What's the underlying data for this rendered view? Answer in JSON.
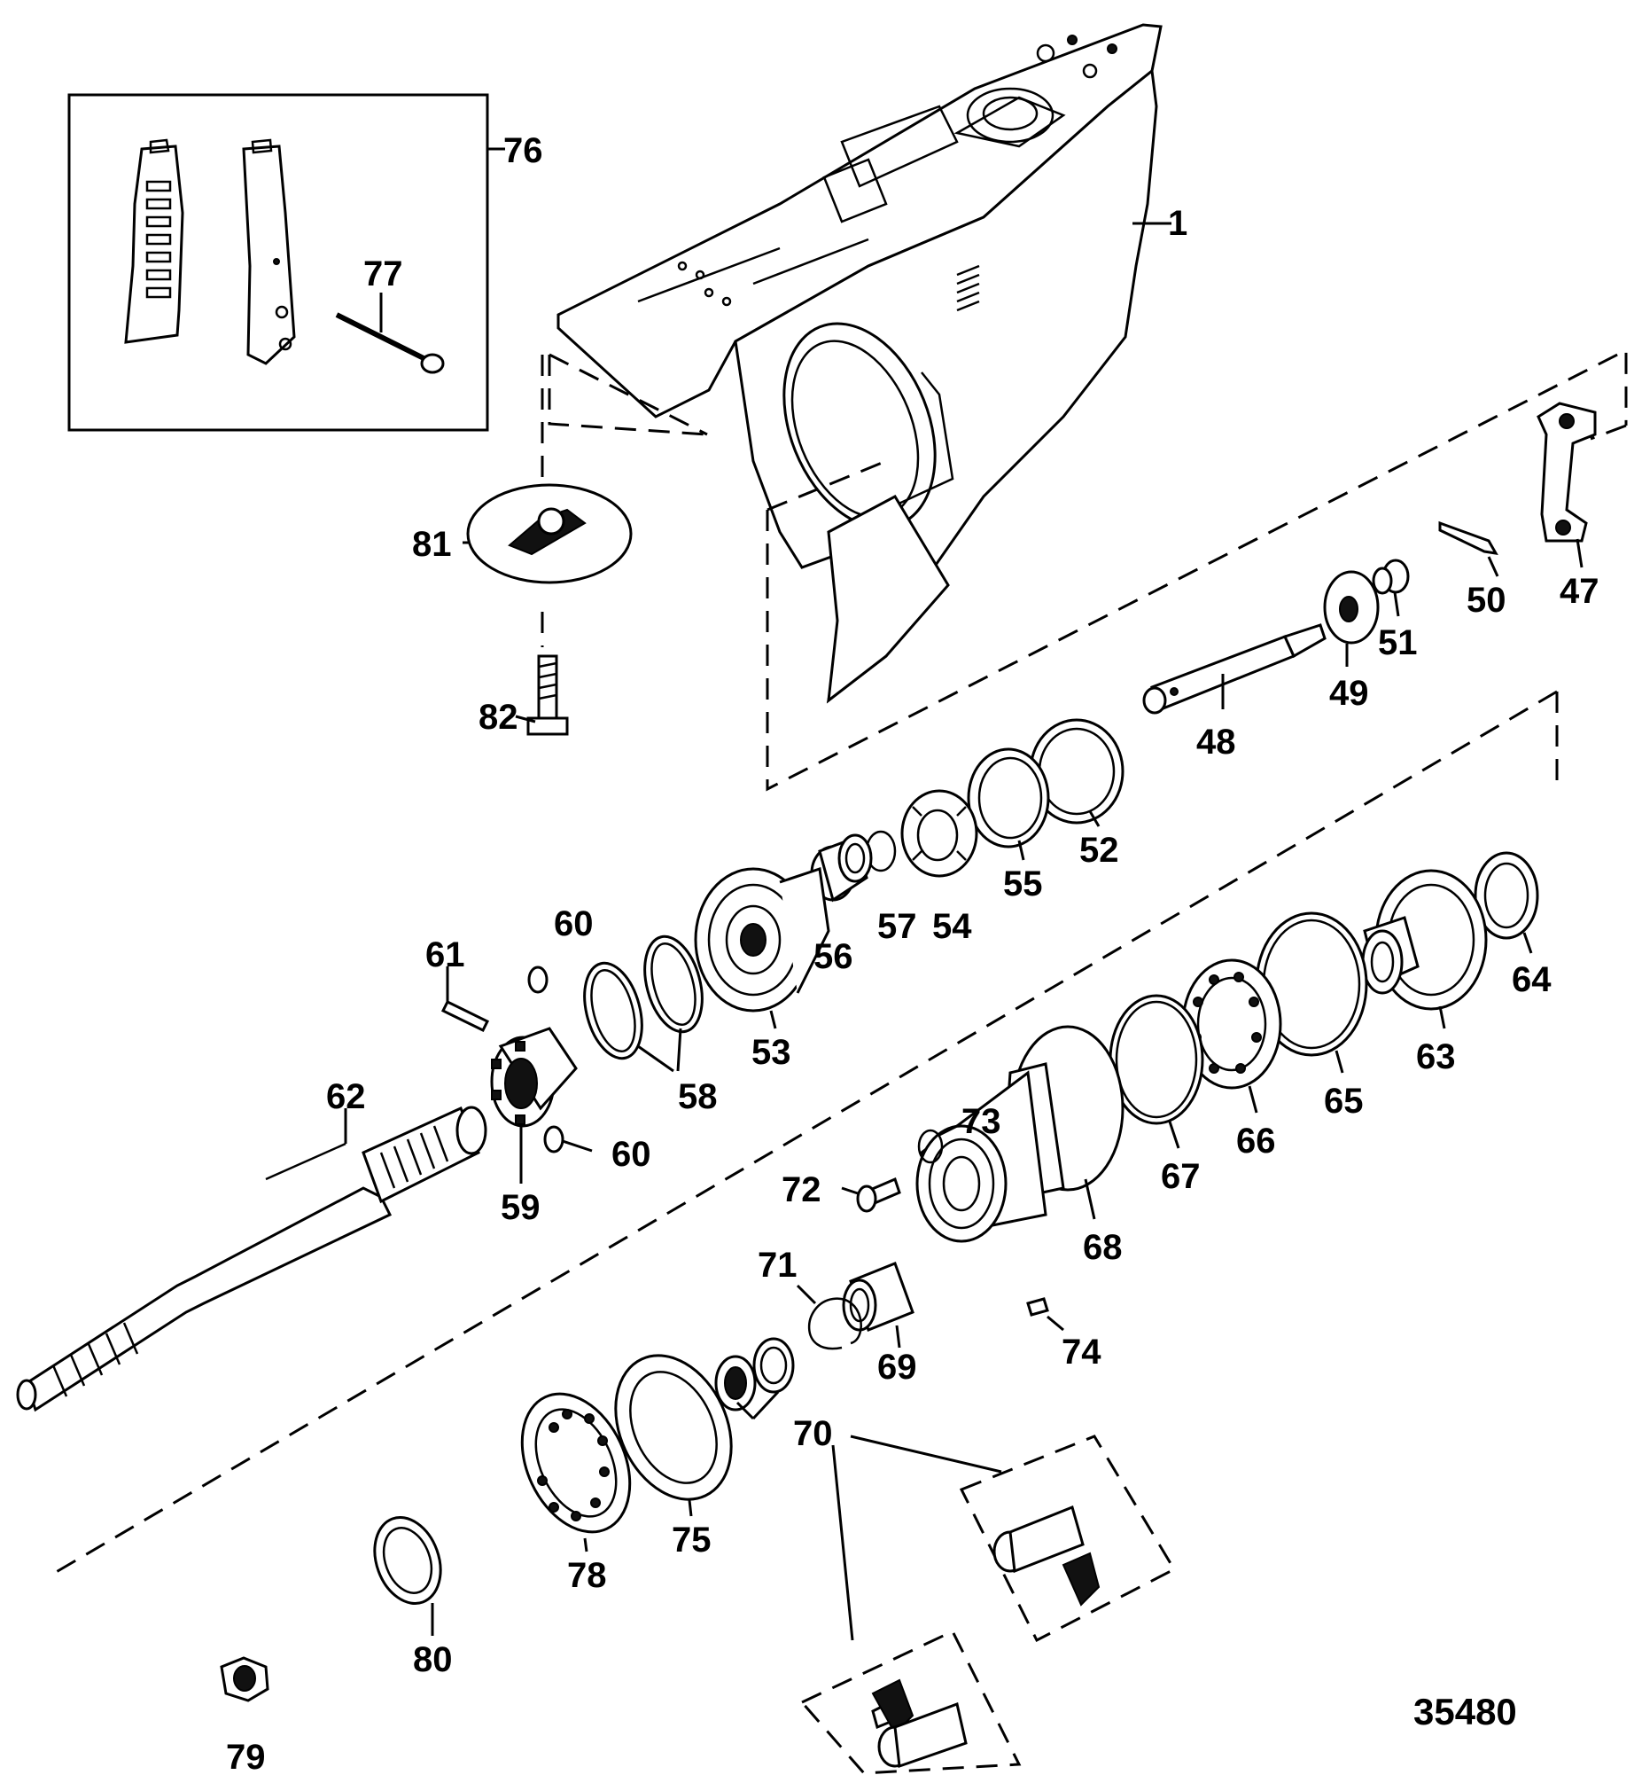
{
  "figure_number": "35480",
  "labels": {
    "l1": "1",
    "l47": "47",
    "l48": "48",
    "l49": "49",
    "l50": "50",
    "l51": "51",
    "l52": "52",
    "l53": "53",
    "l54": "54",
    "l55": "55",
    "l56": "56",
    "l57": "57",
    "l58": "58",
    "l59": "59",
    "l60a": "60",
    "l60b": "60",
    "l61": "61",
    "l62": "62",
    "l63": "63",
    "l64": "64",
    "l65": "65",
    "l66": "66",
    "l67": "67",
    "l68": "68",
    "l69": "69",
    "l70": "70",
    "l71": "71",
    "l72": "72",
    "l73": "73",
    "l74": "74",
    "l75": "75",
    "l76": "76",
    "l77": "77",
    "l78": "78",
    "l79": "79",
    "l80": "80",
    "l81": "81",
    "l82": "82"
  }
}
